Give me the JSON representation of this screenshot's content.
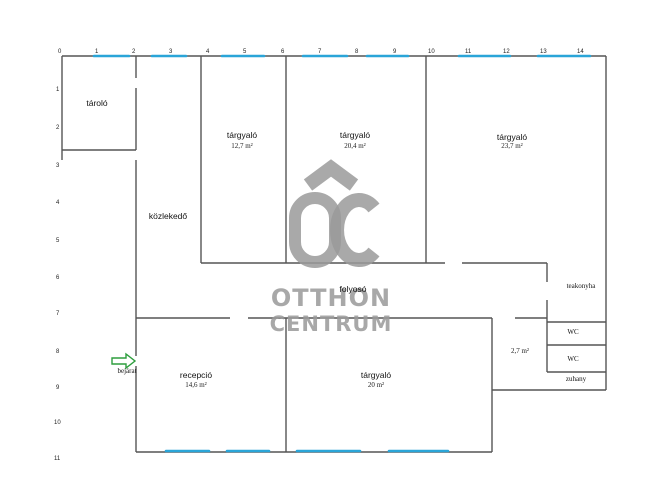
{
  "plan": {
    "rulers": {
      "top": [
        "0",
        "1",
        "2",
        "3",
        "4",
        "5",
        "6",
        "7",
        "8",
        "9",
        "10",
        "11",
        "12",
        "13",
        "14"
      ],
      "left": [
        "1",
        "2",
        "3",
        "4",
        "5",
        "6",
        "7",
        "8",
        "9",
        "10",
        "11"
      ]
    },
    "rooms": {
      "storage": {
        "label": "tároló"
      },
      "meeting_1": {
        "label": "tárgyaló",
        "area": "12,7 m²"
      },
      "meeting_2": {
        "label": "tárgyaló",
        "area": "20,4 m²"
      },
      "meeting_3": {
        "label": "tárgyaló",
        "area": "23,7 m²"
      },
      "hallway": {
        "label": "közlekedő"
      },
      "corridor": {
        "label": "folyosó"
      },
      "kitchenette": {
        "label": "teakonyha"
      },
      "wc_1": {
        "label": "WC"
      },
      "wc_2": {
        "label": "WC"
      },
      "shower": {
        "label": "zuhany"
      },
      "sanitary": {
        "area": "2,7 m²"
      },
      "reception": {
        "label": "recepció",
        "area": "14,6 m²"
      },
      "meeting_4": {
        "label": "tárgyaló",
        "area": "20 m²"
      }
    },
    "entrance": {
      "label": "bejárat"
    },
    "colors": {
      "wall": "#555555",
      "window": "#2aa5d8",
      "entrance_arrow": "#2e9e3e",
      "watermark": "#9a9a9a"
    }
  },
  "watermark": {
    "logo_letters": "ÔC",
    "line1": "OTTHON",
    "line2": "CENTRUM"
  }
}
